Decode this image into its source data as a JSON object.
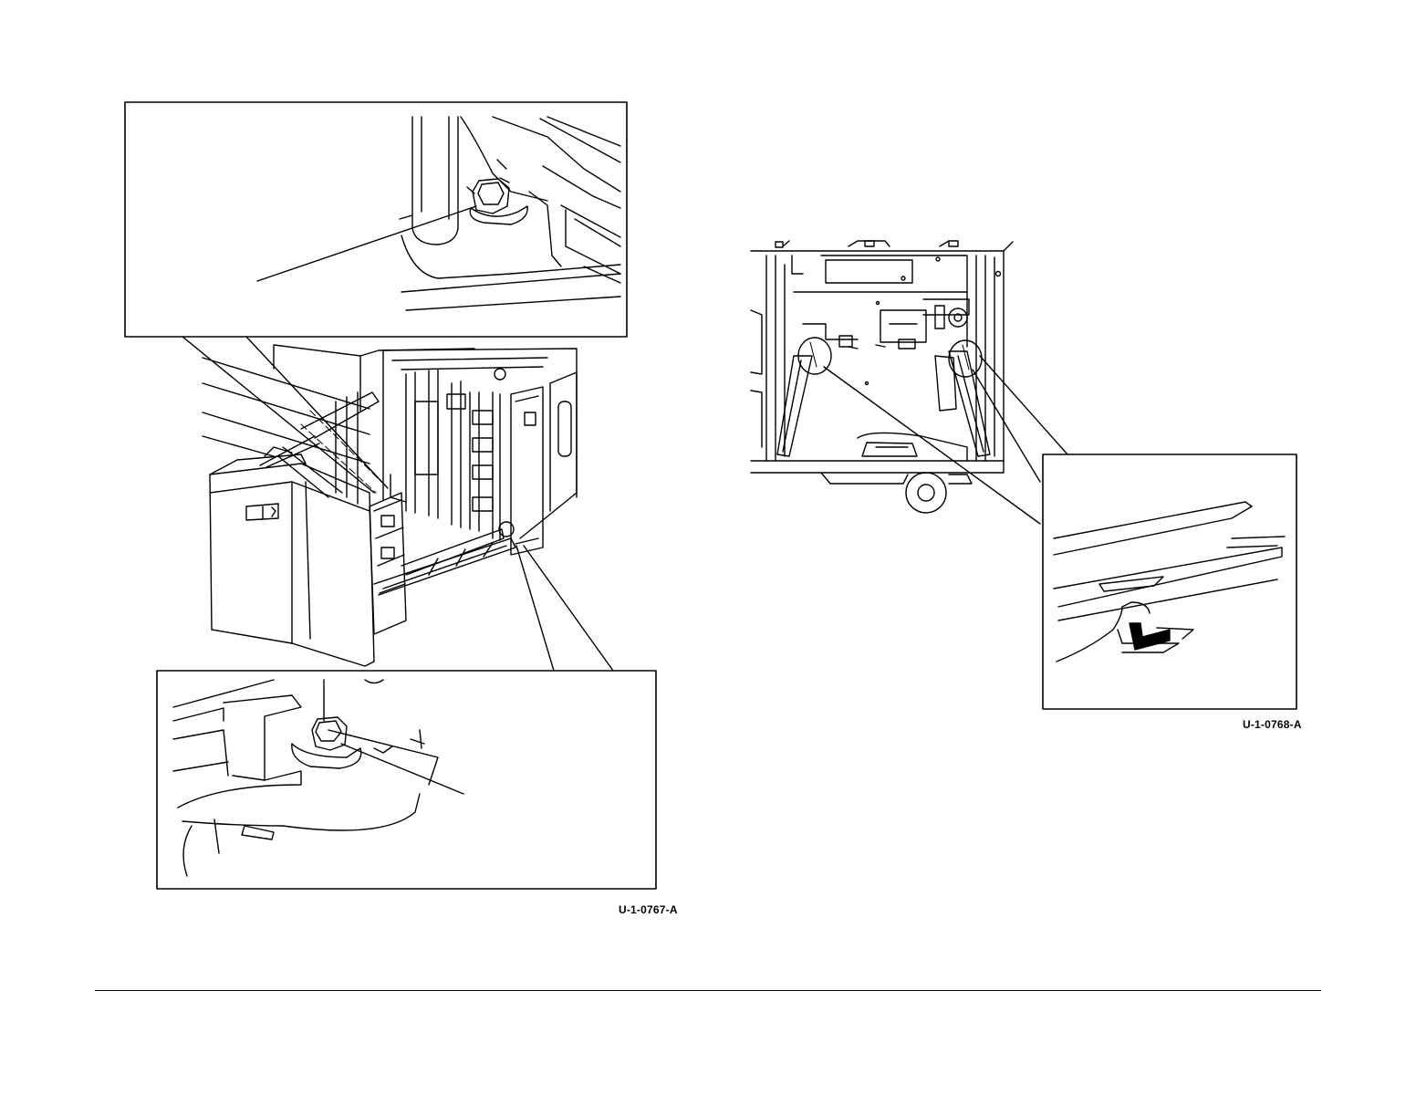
{
  "figures": [
    {
      "id": "left",
      "code": "U-1-0767-A"
    },
    {
      "id": "right",
      "code": "U-1-0768-A"
    }
  ],
  "colors": {
    "ink": "#000000",
    "paper": "#ffffff"
  }
}
